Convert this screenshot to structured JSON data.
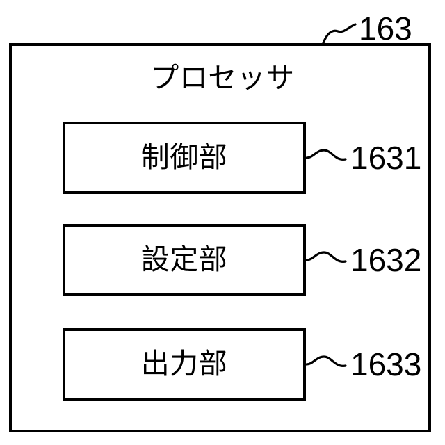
{
  "figure": {
    "background_color": "#ffffff",
    "line_color": "#000000",
    "outer_block": {
      "title": "プロセッサ",
      "reference_numeral": "163"
    },
    "units": [
      {
        "label": "制御部",
        "reference_numeral": "1631"
      },
      {
        "label": "設定部",
        "reference_numeral": "1632"
      },
      {
        "label": "出力部",
        "reference_numeral": "1633"
      }
    ]
  }
}
